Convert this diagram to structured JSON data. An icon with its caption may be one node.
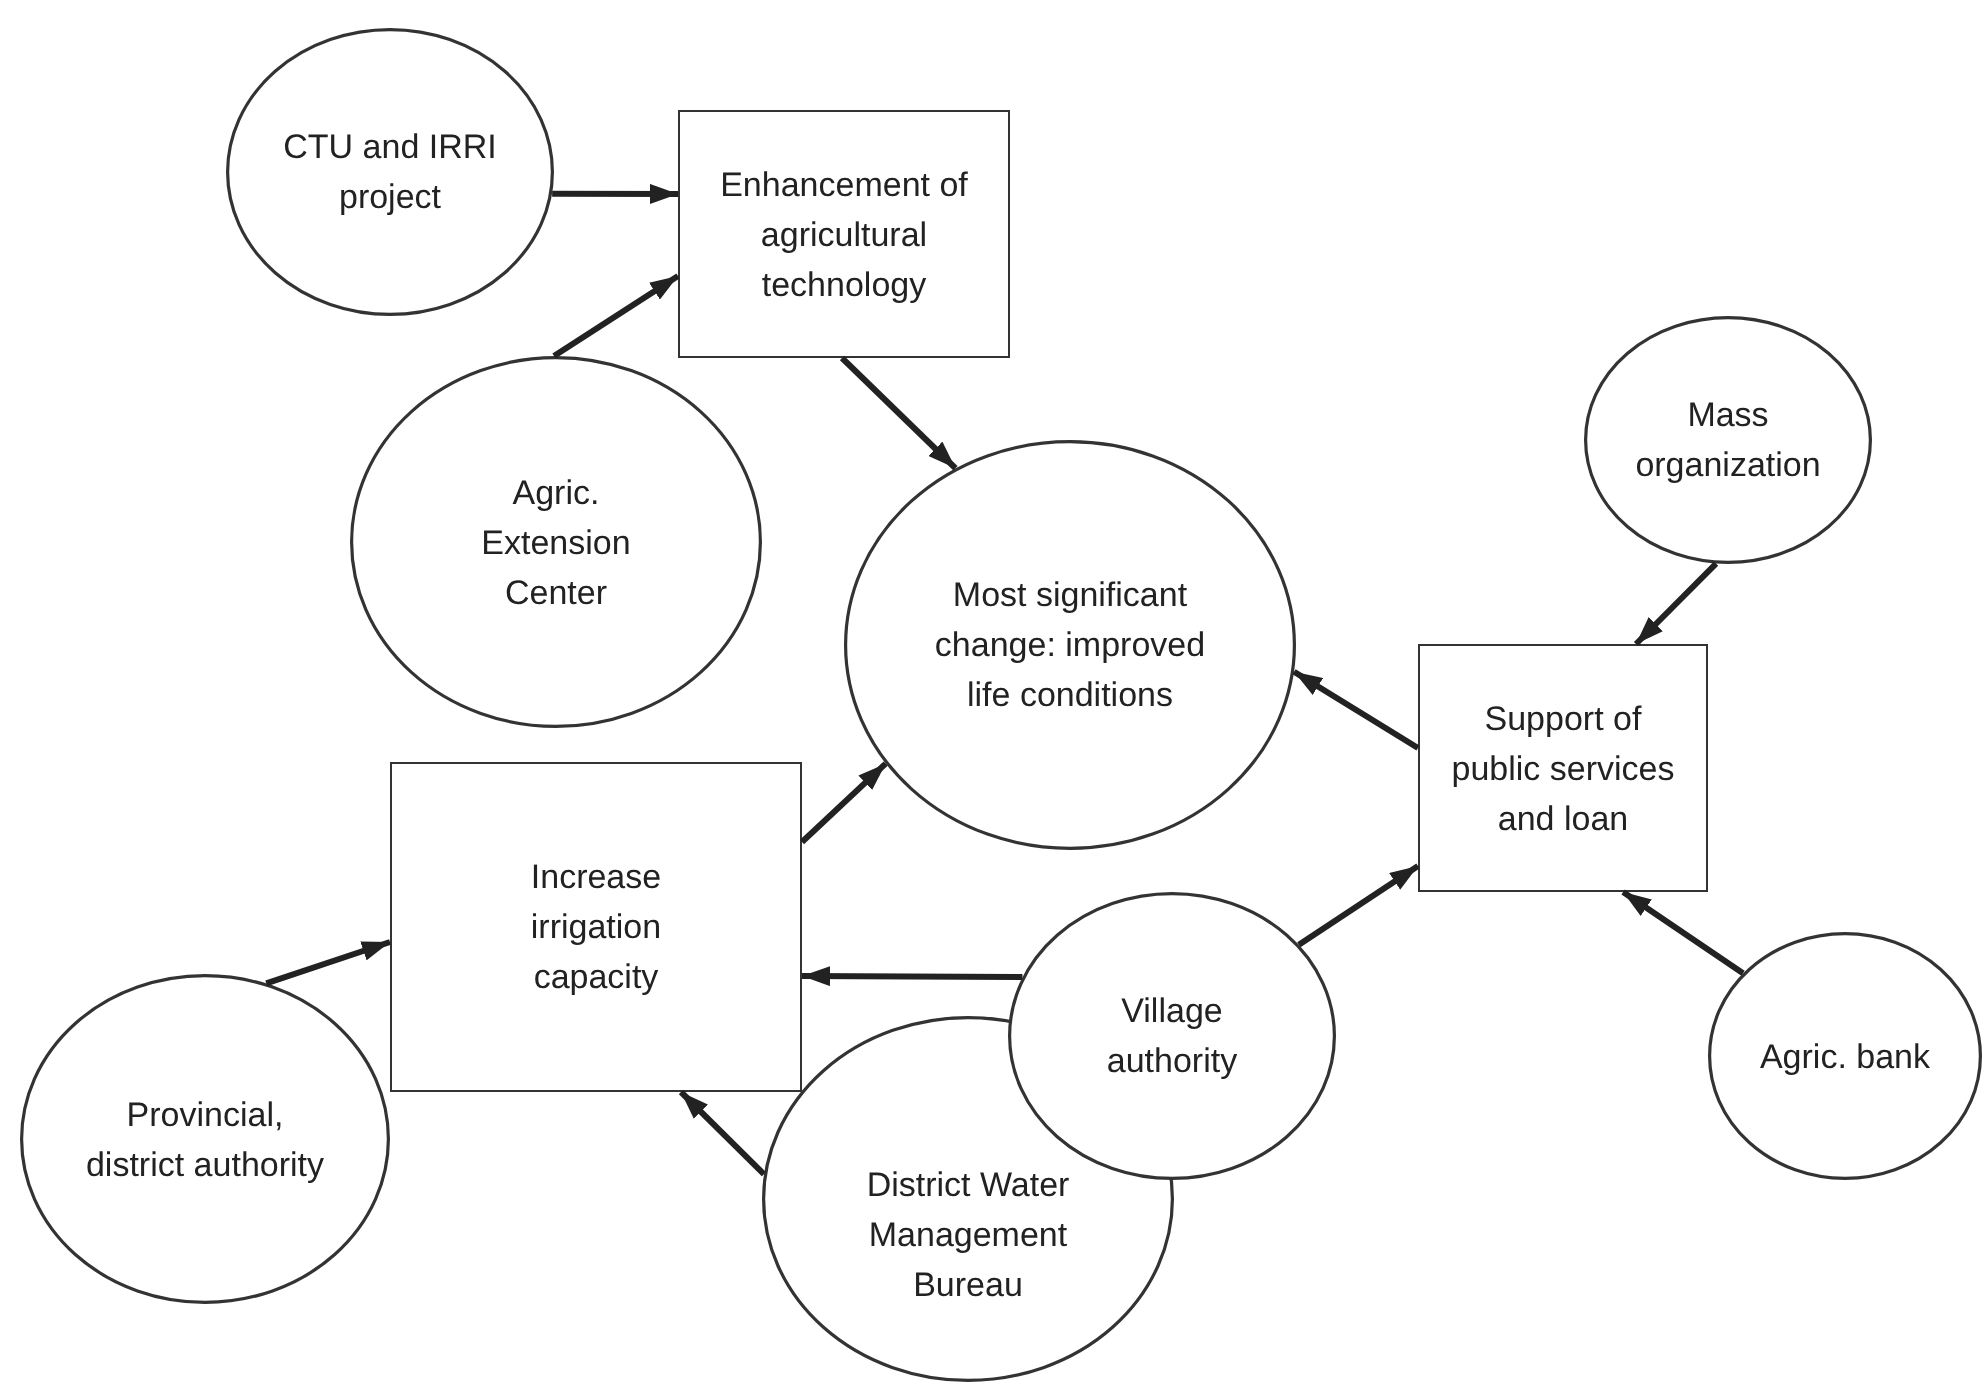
{
  "diagram": {
    "nodes": [
      {
        "text": [
          "CTU and IRRI project"
        ]
      },
      {
        "text": [
          "Enhancement of agricultural technology"
        ]
      },
      {
        "text": [
          "Agric. Extension Center"
        ]
      },
      {
        "text": [
          "Mass organization"
        ]
      },
      {
        "text": [
          "Most significant change: improved life conditions"
        ]
      },
      {
        "text": [
          "Support of public services and loan"
        ]
      },
      {
        "text": [
          "Increase irrigation capacity"
        ]
      },
      {
        "text": [
          "Village authority"
        ]
      },
      {
        "text": [
          "Provincial, district authority"
        ]
      },
      {
        "text": [
          "Agric. bank"
        ]
      },
      {
        "text": [
          "District Water Management Bureau"
        ]
      }
    ],
    "edges": [
      {
        "from": 0,
        "to": 1,
        "arrow": "to"
      },
      {
        "from": 2,
        "to": 1,
        "arrow": "to"
      },
      {
        "from": 1,
        "to": 4,
        "arrow": "to"
      },
      {
        "from": 3,
        "to": 5,
        "arrow": "to"
      },
      {
        "from": 5,
        "to": 4,
        "arrow": "to"
      },
      {
        "from": 6,
        "to": 4,
        "arrow": "to"
      },
      {
        "from": 7,
        "to": 5,
        "arrow": "to"
      },
      {
        "from": 7,
        "to": 6,
        "arrow": "to"
      },
      {
        "from": 8,
        "to": 6,
        "arrow": "to"
      },
      {
        "from": 9,
        "to": 5,
        "arrow": "to"
      },
      {
        "from": 10,
        "to": 6,
        "arrow": "to"
      }
    ]
  }
}
